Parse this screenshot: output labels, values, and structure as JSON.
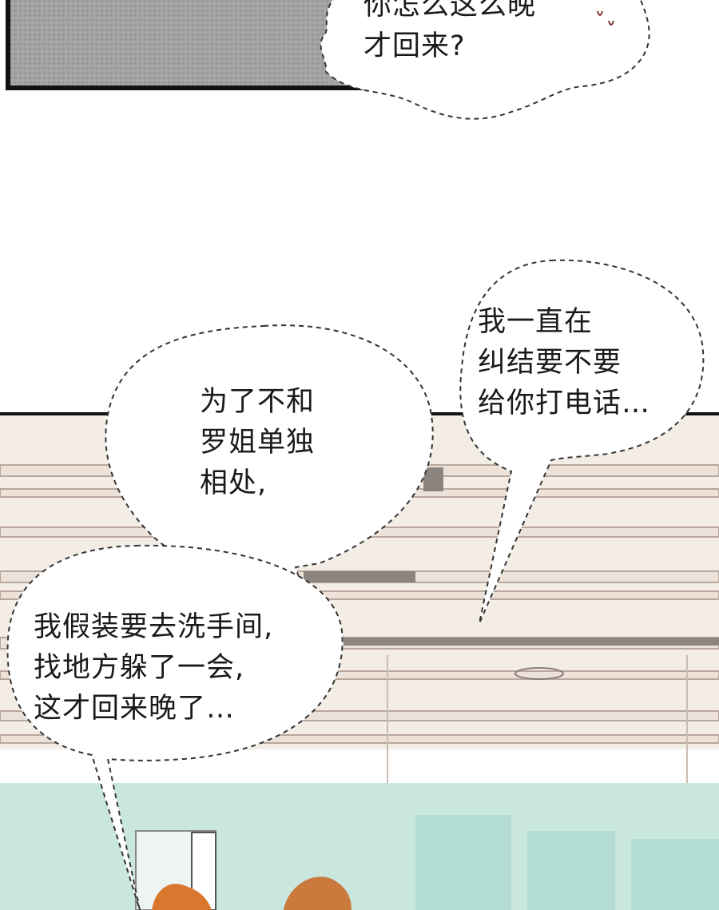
{
  "bubbles": {
    "top": {
      "lines": [
        "你怎么这么晚",
        "才回来?"
      ]
    },
    "right": {
      "lines": [
        "我一直在",
        "纠结要不要",
        "给你打电话…"
      ]
    },
    "middle": {
      "lines": [
        "为了不和",
        "罗姐单独",
        "相处,"
      ]
    },
    "left": {
      "lines": [
        "我假装要去洗手间,",
        "找地方躲了一会,",
        "这才回来晚了…"
      ]
    }
  },
  "colors": {
    "page_background": "#ffffff",
    "panel_border": "#111111",
    "screentone_gray": "#9a9a9a",
    "ceiling_cream": "#f3ede6",
    "window_teal": "#bfe3dc",
    "hair_orange": "#d9772e",
    "text": "#1a1a1a"
  }
}
